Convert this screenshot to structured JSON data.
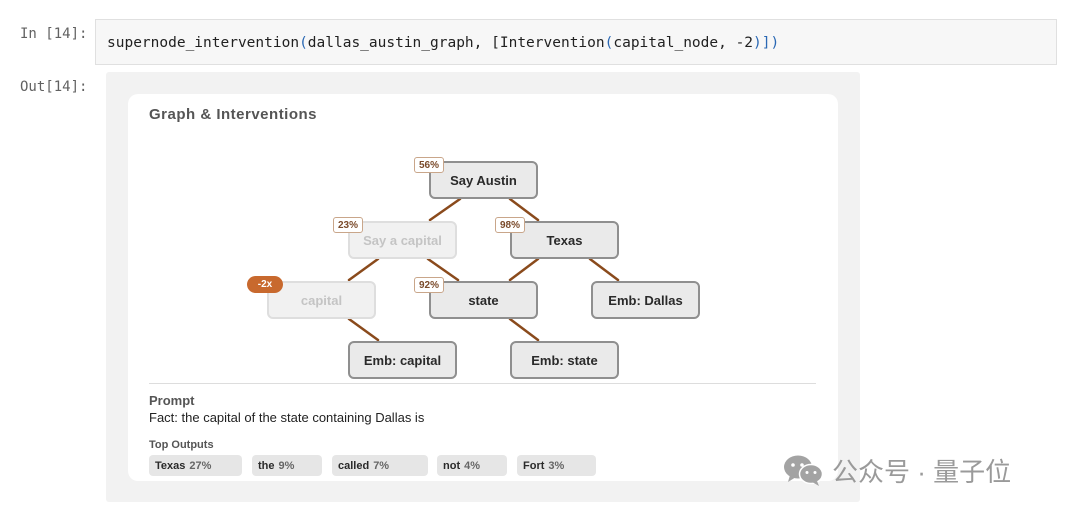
{
  "cell": {
    "in_label": "In [14]:",
    "out_label": "Out[14]:",
    "code": {
      "fn": "supernode_intervention",
      "open1": "(",
      "arg1": "dallas_austin_graph, ",
      "open2": "[Intervention",
      "open3": "(",
      "arg2": "capital_node, ",
      "num": "-2",
      "close": ")])"
    }
  },
  "panel": {
    "title": "Graph & Interventions",
    "nodes": [
      {
        "label": "Say Austin",
        "badge": "56%"
      },
      {
        "label": "Say a capital",
        "badge": "23%"
      },
      {
        "label": "Texas",
        "badge": "98%"
      },
      {
        "label": "capital",
        "badge": "-2x"
      },
      {
        "label": "state",
        "badge": "92%"
      },
      {
        "label": "Emb: Dallas"
      },
      {
        "label": "Emb: capital"
      },
      {
        "label": "Emb: state"
      }
    ],
    "edge_color": "#8a4a1c",
    "intervention_color": "#c8692e",
    "prompt_heading": "Prompt",
    "prompt_text": "Fact: the capital of the state containing Dallas is",
    "outputs_heading": "Top Outputs",
    "outputs": [
      {
        "token": "Texas",
        "pct": "27%"
      },
      {
        "token": "the",
        "pct": "9%"
      },
      {
        "token": "called",
        "pct": "7%"
      },
      {
        "token": "not",
        "pct": "4%"
      },
      {
        "token": "Fort",
        "pct": "3%"
      }
    ]
  },
  "watermark": {
    "logo_icon": "wechat-icon",
    "text": "公众号 · 量子位"
  }
}
